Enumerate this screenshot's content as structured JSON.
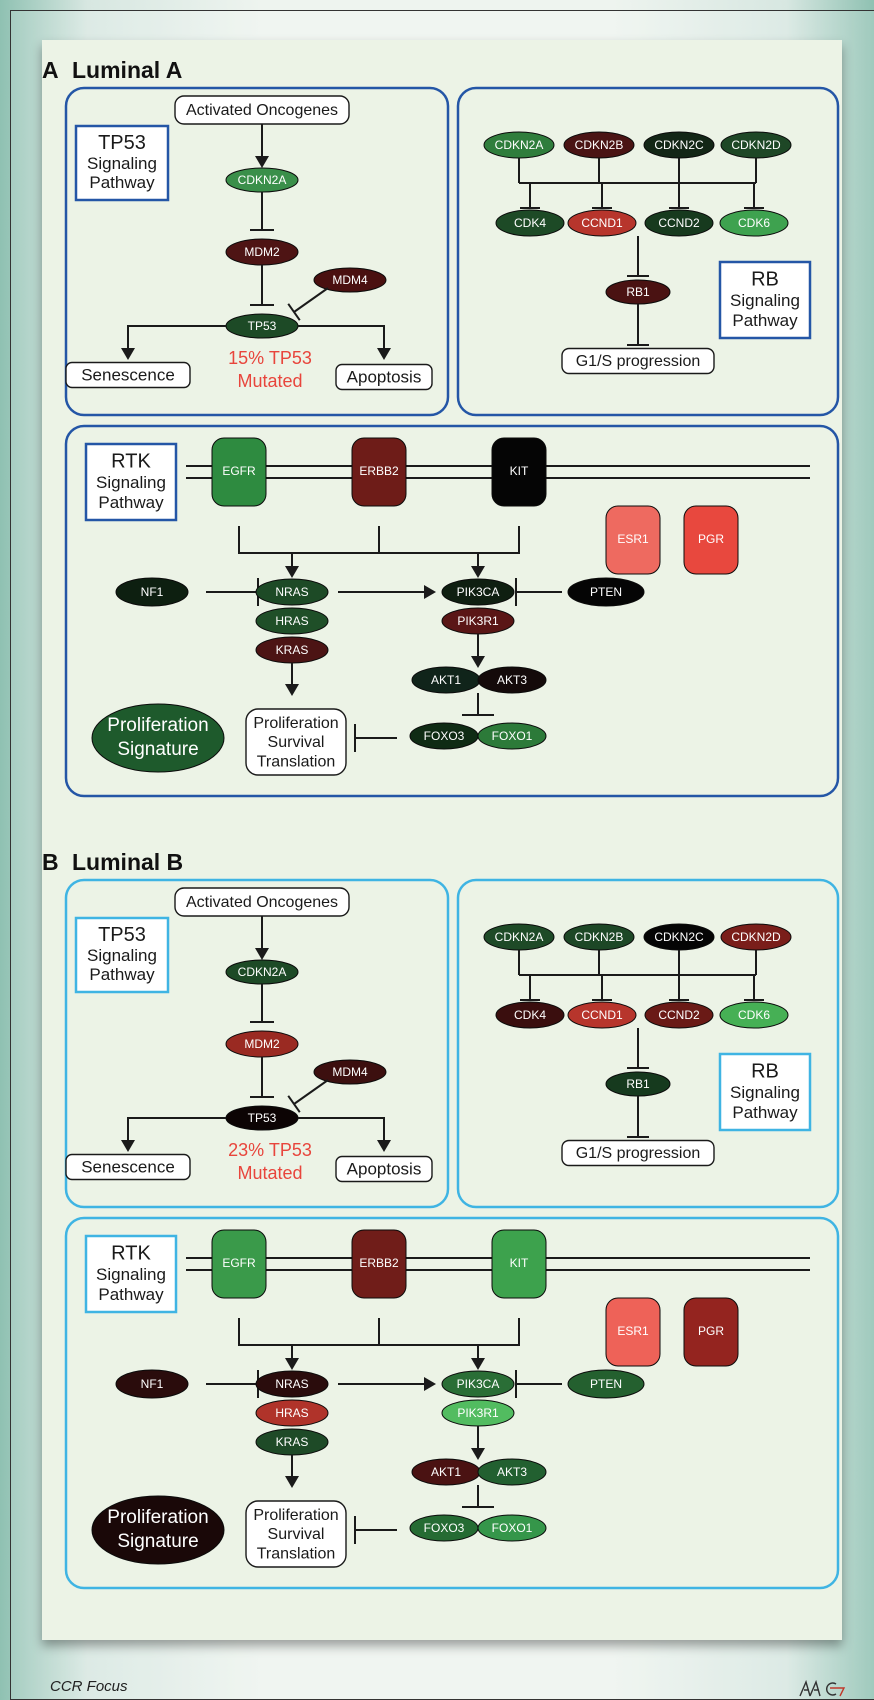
{
  "colors": {
    "luminal_a_border": "#2456a6",
    "luminal_b_border": "#3fb4e3",
    "mutated_text": "#e8453c",
    "panel_bg": "#ecf3e6"
  },
  "sections": [
    {
      "letter": "A",
      "title": "Luminal A",
      "tp53": {
        "label_lines": [
          "TP53",
          "Signaling",
          "Pathway"
        ],
        "activated_oncogenes": "Activated Oncogenes",
        "cdkn2a": {
          "label": "CDKN2A",
          "color": "#3a8f4a"
        },
        "mdm2": {
          "label": "MDM2",
          "color": "#4e1414"
        },
        "mdm4": {
          "label": "MDM4",
          "color": "#4a1010"
        },
        "tp53": {
          "label": "TP53",
          "color": "#1d4a26"
        },
        "senescence": "Senescence",
        "apoptosis": "Apoptosis",
        "mutated_lines": [
          "15% TP53",
          "Mutated"
        ]
      },
      "rb": {
        "label_lines": [
          "RB",
          "Signaling",
          "Pathway"
        ],
        "top": [
          {
            "label": "CDKN2A",
            "color": "#2f7d3c"
          },
          {
            "label": "CDKN2B",
            "color": "#4a1414"
          },
          {
            "label": "CDKN2C",
            "color": "#132616"
          },
          {
            "label": "CDKN2D",
            "color": "#1e4726"
          }
        ],
        "bottom": [
          {
            "label": "CDK4",
            "color": "#1d4a26"
          },
          {
            "label": "CCND1",
            "color": "#b7352c"
          },
          {
            "label": "CCND2",
            "color": "#173a1e"
          },
          {
            "label": "CDK6",
            "color": "#3ea24f"
          }
        ],
        "rb1": {
          "label": "RB1",
          "color": "#4a1212"
        },
        "g1s": "G1/S progression"
      },
      "rtk": {
        "label_lines": [
          "RTK",
          "Signaling",
          "Pathway"
        ],
        "receptors": [
          {
            "label": "EGFR",
            "color": "#2e8b40"
          },
          {
            "label": "ERBB2",
            "color": "#6e1c18"
          },
          {
            "label": "KIT",
            "color": "#050505"
          }
        ],
        "esr1": {
          "label": "ESR1",
          "color": "#ee6a60"
        },
        "pgr": {
          "label": "PGR",
          "color": "#e8483e"
        },
        "nf1": {
          "label": "NF1",
          "color": "#0d1f10"
        },
        "nras": {
          "label": "NRAS",
          "color": "#1d4a26"
        },
        "hras": {
          "label": "HRAS",
          "color": "#1f4f28"
        },
        "kras": {
          "label": "KRAS",
          "color": "#4c1414"
        },
        "pik3ca": {
          "label": "PIK3CA",
          "color": "#0f1f11"
        },
        "pik3r1": {
          "label": "PIK3R1",
          "color": "#5a1616"
        },
        "pten": {
          "label": "PTEN",
          "color": "#050505"
        },
        "akt1": {
          "label": "AKT1",
          "color": "#10241a"
        },
        "akt3": {
          "label": "AKT3",
          "color": "#140a0a"
        },
        "foxo3": {
          "label": "FOXO3",
          "color": "#0f2b14"
        },
        "foxo1": {
          "label": "FOXO1",
          "color": "#2c7a39"
        },
        "proliferation_signature": {
          "lines": [
            "Proliferation",
            "Signature"
          ],
          "color": "#1e5a2c"
        },
        "outcome_lines": [
          "Proliferation",
          "Survival",
          "Translation"
        ]
      }
    },
    {
      "letter": "B",
      "title": "Luminal B",
      "tp53": {
        "label_lines": [
          "TP53",
          "Signaling",
          "Pathway"
        ],
        "activated_oncogenes": "Activated Oncogenes",
        "cdkn2a": {
          "label": "CDKN2A",
          "color": "#1d4a26"
        },
        "mdm2": {
          "label": "MDM2",
          "color": "#9a2a22"
        },
        "mdm4": {
          "label": "MDM4",
          "color": "#3c0f0f"
        },
        "tp53": {
          "label": "TP53",
          "color": "#0c0404"
        },
        "senescence": "Senescence",
        "apoptosis": "Apoptosis",
        "mutated_lines": [
          "23% TP53",
          "Mutated"
        ]
      },
      "rb": {
        "label_lines": [
          "RB",
          "Signaling",
          "Pathway"
        ],
        "top": [
          {
            "label": "CDKN2A",
            "color": "#1e4a27"
          },
          {
            "label": "CDKN2B",
            "color": "#1d4726"
          },
          {
            "label": "CDKN2C",
            "color": "#050505"
          },
          {
            "label": "CDKN2D",
            "color": "#7a1e1a"
          }
        ],
        "bottom": [
          {
            "label": "CDK4",
            "color": "#3a0e0e"
          },
          {
            "label": "CCND1",
            "color": "#b7352c"
          },
          {
            "label": "CCND2",
            "color": "#6a1a16"
          },
          {
            "label": "CDK6",
            "color": "#46b055"
          }
        ],
        "rb1": {
          "label": "RB1",
          "color": "#163a1e"
        },
        "g1s": "G1/S progression"
      },
      "rtk": {
        "label_lines": [
          "RTK",
          "Signaling",
          "Pathway"
        ],
        "receptors": [
          {
            "label": "EGFR",
            "color": "#3a9a4a"
          },
          {
            "label": "ERBB2",
            "color": "#701d19"
          },
          {
            "label": "KIT",
            "color": "#3da24d"
          }
        ],
        "esr1": {
          "label": "ESR1",
          "color": "#ee6258"
        },
        "pgr": {
          "label": "PGR",
          "color": "#94241f"
        },
        "nf1": {
          "label": "NF1",
          "color": "#2a0c0c"
        },
        "nras": {
          "label": "NRAS",
          "color": "#2a0c0c"
        },
        "hras": {
          "label": "HRAS",
          "color": "#b0332a"
        },
        "kras": {
          "label": "KRAS",
          "color": "#1e4a27"
        },
        "pik3ca": {
          "label": "PIK3CA",
          "color": "#2a6e36"
        },
        "pik3r1": {
          "label": "PIK3R1",
          "color": "#52bc60"
        },
        "pten": {
          "label": "PTEN",
          "color": "#24602f"
        },
        "akt1": {
          "label": "AKT1",
          "color": "#4a1212"
        },
        "akt3": {
          "label": "AKT3",
          "color": "#226030"
        },
        "foxo3": {
          "label": "FOXO3",
          "color": "#256b33"
        },
        "foxo1": {
          "label": "FOXO1",
          "color": "#35964a"
        },
        "proliferation_signature": {
          "lines": [
            "Proliferation",
            "Signature"
          ],
          "color": "#1a0808"
        },
        "outcome_lines": [
          "Proliferation",
          "Survival",
          "Translation"
        ]
      }
    }
  ],
  "footer": {
    "journal": "CCR Focus",
    "logo_text": "AACR"
  }
}
